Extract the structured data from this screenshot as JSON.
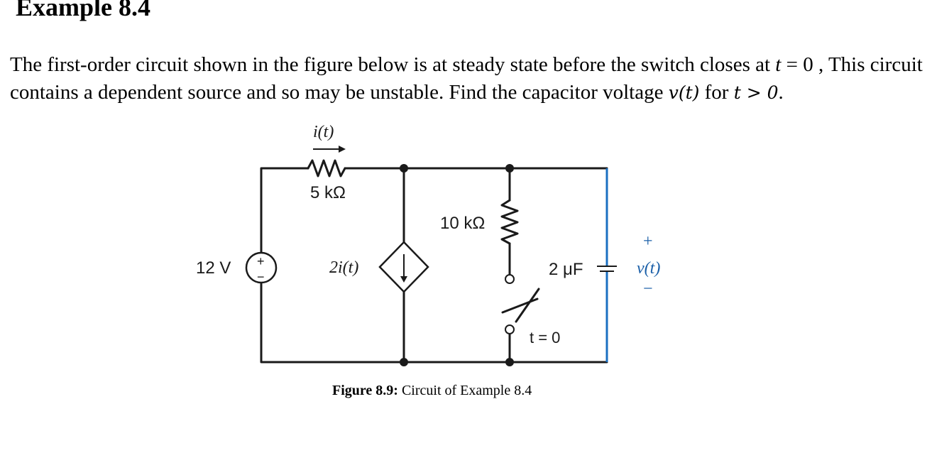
{
  "heading": "Example 8.4",
  "problem": {
    "s1": "The first-order circuit shown in the figure below is at steady state before the switch closes at",
    "s1_var": "t",
    "s1_tail": " = 0 , This circuit contains a dependent source and so may be unstable. Find the capacitor voltage ",
    "v_expr": "v(t)",
    "s2": " for ",
    "cond": "t > 0",
    "s3": "."
  },
  "figure": {
    "current_label": "i(t)",
    "r1_label": "5 kΩ",
    "r2_label": "10 kΩ",
    "source_label": "12 V",
    "source_plus": "+",
    "source_minus": "−",
    "dep_label": "2i(t)",
    "cap_label": "2 μF",
    "v_plus": "+",
    "v_label": "v(t)",
    "v_minus": "−",
    "switch_label": "t = 0",
    "wire_color": "#1a1a1a",
    "capacitor_branch_color": "#1a6fc1"
  },
  "caption": {
    "label": "Figure 8.9:",
    "text": "Circuit of Example 8.4"
  }
}
